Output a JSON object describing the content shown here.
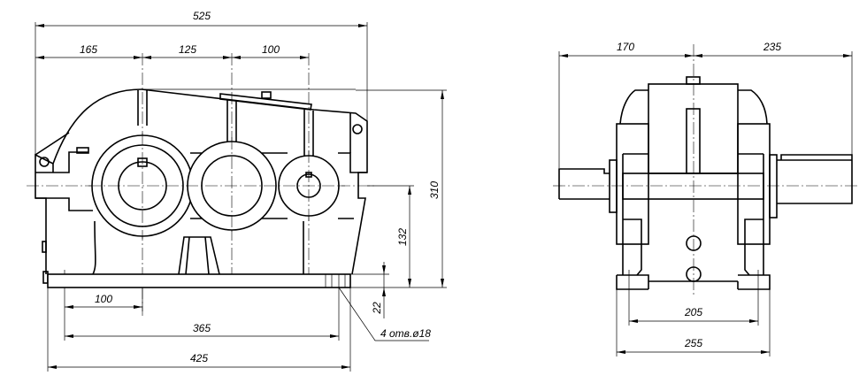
{
  "front_view": {
    "dims": {
      "overall_length": "525",
      "left_to_input": "165",
      "input_to_mid": "125",
      "mid_to_output": "100",
      "height": "310",
      "axis_height": "132",
      "base_thickness": "22",
      "edge_to_axis": "100",
      "bolt_spacing": "365",
      "base_length": "425"
    },
    "hole_note": "4 отв.ø18"
  },
  "side_view": {
    "dims": {
      "left_shaft": "170",
      "right_shaft": "235",
      "bolt_spacing": "205",
      "base_width": "255"
    }
  }
}
